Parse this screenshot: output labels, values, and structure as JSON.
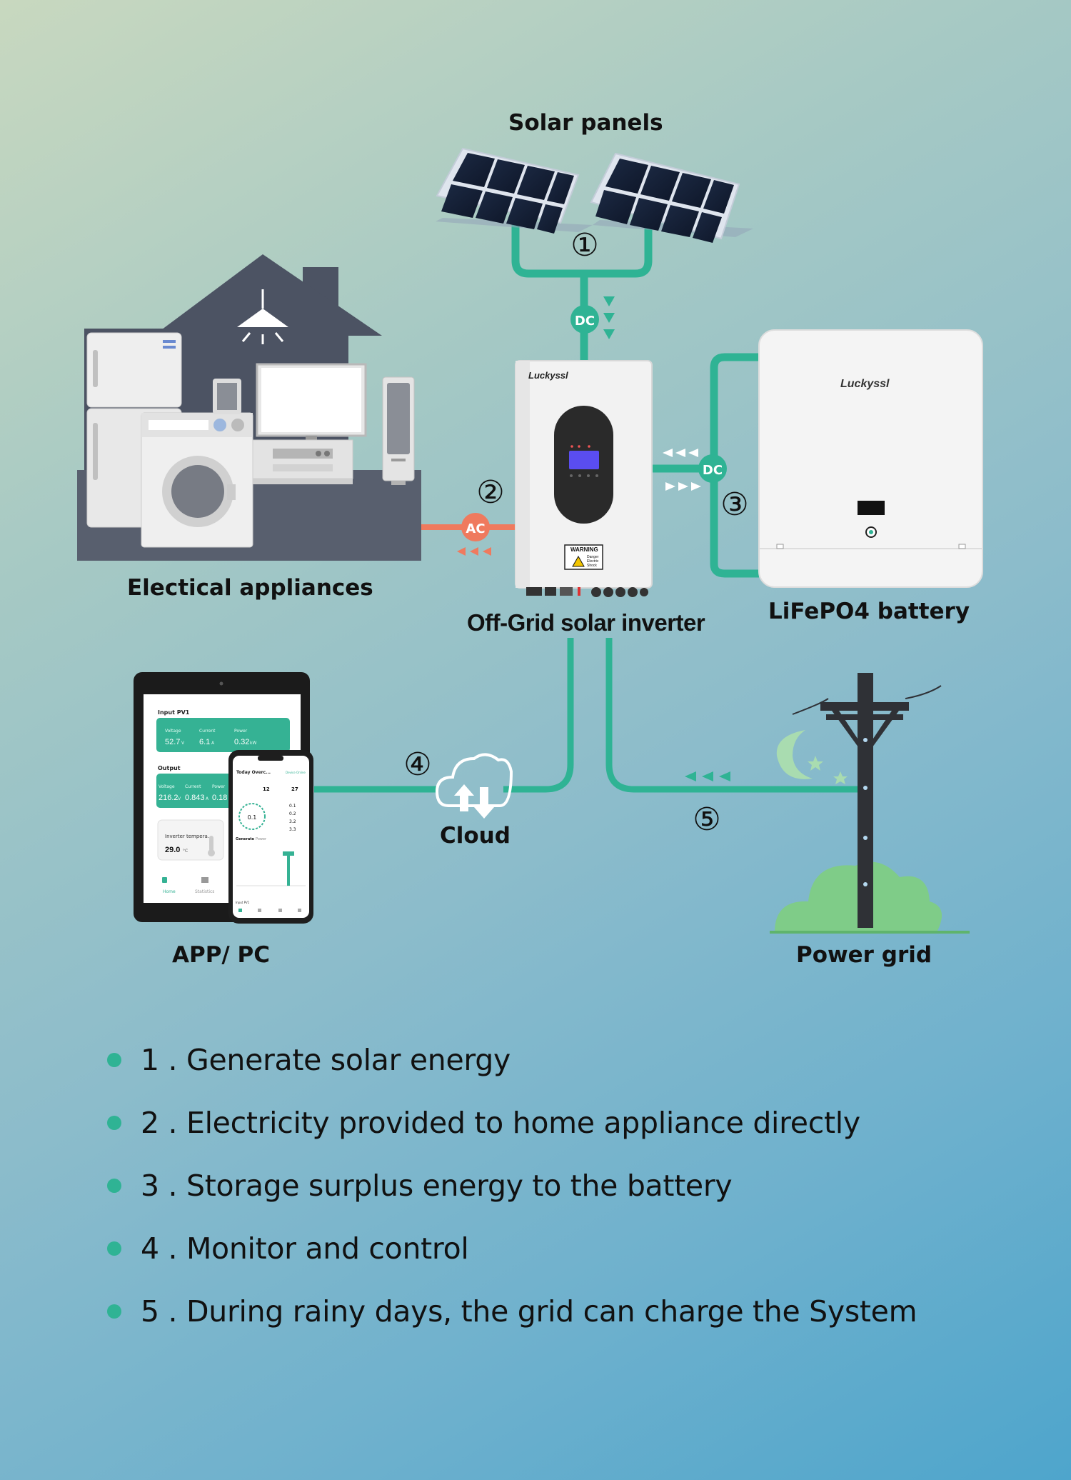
{
  "labels": {
    "solar_panels": "Solar panels",
    "appliances": "Electical appliances",
    "inverter": "Off-Grid solar inverter",
    "battery": "LiFePO4 battery",
    "cloud": "Cloud",
    "app_pc": "APP/ PC",
    "power_grid": "Power grid"
  },
  "badges": {
    "dc_top": "DC",
    "dc_right": "DC",
    "ac": "AC"
  },
  "steps": {
    "s1": "①",
    "s2": "②",
    "s3": "③",
    "s4": "④",
    "s5": "⑤"
  },
  "brand": {
    "inverter_brand": "Luckyssl",
    "battery_brand": "Luckyssl"
  },
  "inverter_panel": {
    "warning": "WARNING",
    "warning_sub1": "Danger",
    "warning_sub2": "Electric",
    "warning_sub3": "Shock"
  },
  "tablet": {
    "input_title": "Input PV1",
    "in_voltage_label": "Voltage",
    "in_current_label": "Current",
    "in_power_label": "Power",
    "in_voltage": "52.7",
    "in_voltage_unit": "V",
    "in_current": "6.1",
    "in_current_unit": "A",
    "in_power": "0.32",
    "in_power_unit": "kW",
    "output_title": "Output",
    "out_voltage_label": "Voltage",
    "out_current_label": "Current",
    "out_power_label": "Power",
    "out_voltage": "216.2",
    "out_voltage_unit": "V",
    "out_current": "0.843",
    "out_current_unit": "A",
    "out_power": "0.18",
    "temp_label": "Inverter tempera...",
    "temp_value": "29.0",
    "temp_unit": "°C",
    "nav_home": "Home",
    "nav_stats": "Statistics"
  },
  "phone": {
    "title": "Today Overc...",
    "status": "Device Online",
    "gauge_value": "0.1",
    "row1": "0.1",
    "row2": "0.2",
    "row3": "3.2",
    "row4": "3.3",
    "tab_generate": "Generate",
    "tab_power": "Power",
    "num12": "12",
    "num27": "27",
    "input_label": "Input PV1"
  },
  "colors": {
    "teal": "#2fb394",
    "ac_red": "#ef7a5e",
    "dark_slate": "#4c5363"
  },
  "features": [
    "1 . Generate solar energy",
    "2 . Electricity provided to home appliance directly",
    "3 . Storage surplus energy to the battery",
    "4 . Monitor and control",
    "5 . During rainy days, the grid can charge the System"
  ]
}
